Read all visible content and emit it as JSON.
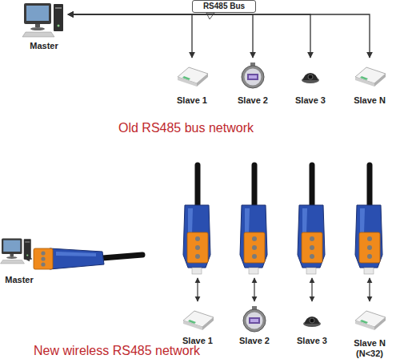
{
  "diagram": {
    "nodes": [
      {
        "text": [
          "Master"
        ]
      },
      {
        "text": [
          "RS485 Bus"
        ]
      },
      {
        "text": [
          "Slave 1"
        ]
      },
      {
        "text": [
          "Slave 2"
        ]
      },
      {
        "text": [
          "Slave 3"
        ]
      },
      {
        "text": [
          "Slave N"
        ]
      },
      {
        "text": [
          "Master"
        ]
      },
      {
        "text": [
          "Slave 1"
        ]
      },
      {
        "text": [
          "Slave 2"
        ]
      },
      {
        "text": [
          "Slave 3"
        ]
      },
      {
        "text": [
          "Slave N",
          "(N<32)"
        ]
      }
    ],
    "edges": [
      {
        "from": 0,
        "to": 2,
        "arrow": "both"
      },
      {
        "from": 0,
        "to": 3,
        "arrow": "both"
      },
      {
        "from": 0,
        "to": 4,
        "arrow": "both"
      },
      {
        "from": 0,
        "to": 5,
        "arrow": "both"
      }
    ],
    "labels": [
      "Old RS485 bus network",
      "New wireless RS485 network"
    ]
  }
}
